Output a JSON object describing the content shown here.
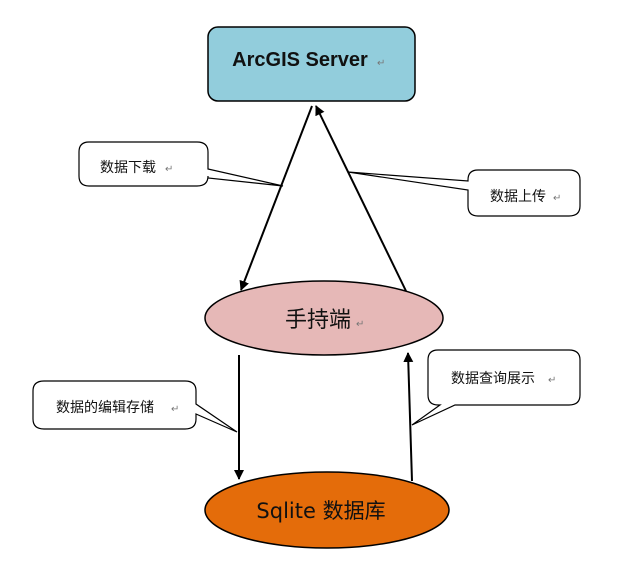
{
  "nodes": {
    "server": {
      "label": "ArcGIS Server",
      "fill": "#92CDDC",
      "stroke": "#000000"
    },
    "handheld": {
      "label": "手持端",
      "fill": "#E6B8B7",
      "stroke": "#000000"
    },
    "database": {
      "label": "Sqlite 数据库",
      "fill": "#E46C0A",
      "stroke": "#000000"
    }
  },
  "callouts": {
    "download": {
      "label": "数据下载"
    },
    "upload": {
      "label": "数据上传"
    },
    "edit_store": {
      "label": "数据的编辑存储"
    },
    "query_display": {
      "label": "数据查询展示"
    }
  },
  "mark": "↵",
  "colors": {
    "line": "#000000",
    "callout_fill": "#FFFFFF",
    "callout_stroke": "#000000"
  }
}
